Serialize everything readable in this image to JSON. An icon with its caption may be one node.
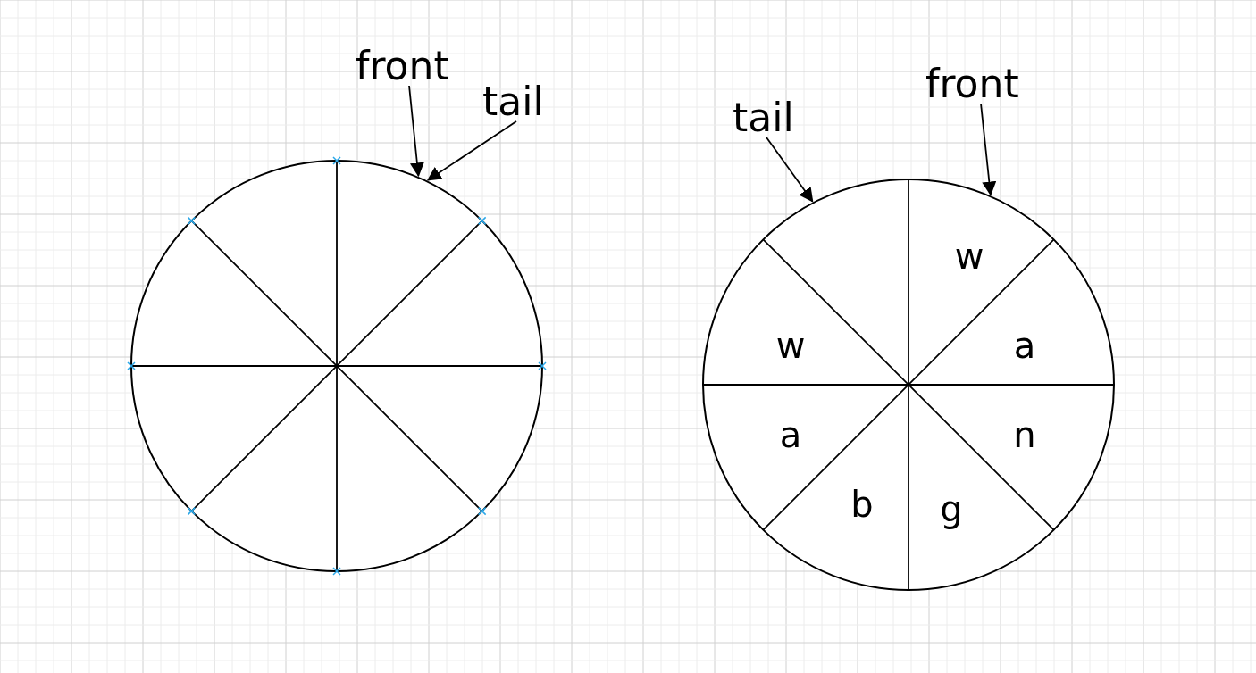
{
  "diagram": {
    "nodes": [
      {
        "text": [],
        "shape": "circle"
      },
      {
        "text": [
          "front"
        ]
      },
      {
        "text": [
          "tail"
        ]
      },
      {
        "text": [
          "tail"
        ]
      },
      {
        "text": [
          "front"
        ]
      },
      {
        "text": [],
        "shape": "circle"
      }
    ],
    "edges": [
      {
        "from": 1,
        "to": 0,
        "arrow": "to"
      },
      {
        "from": 2,
        "to": 0,
        "arrow": "to"
      },
      {
        "from": 3,
        "to": 5,
        "arrow": "to"
      },
      {
        "from": 4,
        "to": 5,
        "arrow": "to"
      }
    ],
    "labels": [
      "w",
      "w",
      "a",
      "a",
      "n",
      "b",
      "g"
    ]
  }
}
